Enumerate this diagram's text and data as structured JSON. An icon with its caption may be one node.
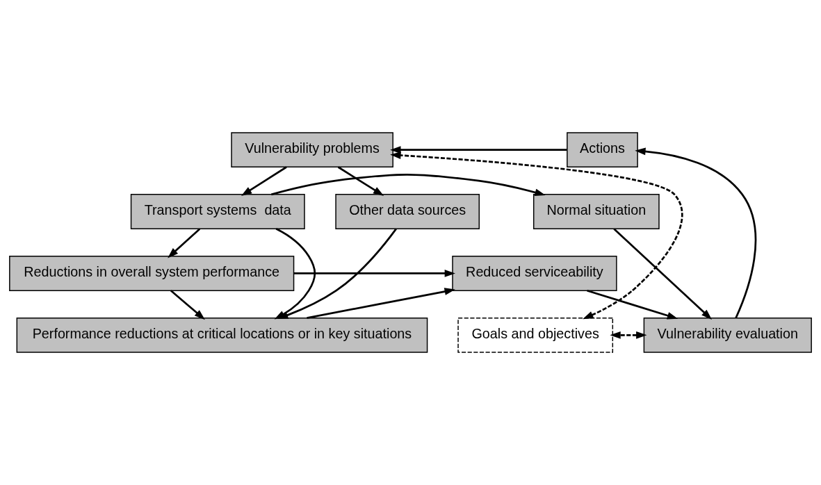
{
  "diagram": {
    "nodes": [
      {
        "text": [
          "Vulnerability problems"
        ]
      },
      {
        "text": [
          "Actions"
        ]
      },
      {
        "text": [
          "Other data sources"
        ]
      },
      {
        "text": [
          "Transport systems  data"
        ]
      },
      {
        "text": [
          "Normal situation"
        ]
      },
      {
        "text": [
          "Vulnerability evaluation"
        ]
      },
      {
        "text": [
          "Reductions in overall system performance"
        ]
      },
      {
        "text": [
          "Reduced serviceability"
        ]
      },
      {
        "text": [
          "Performance reductions at critical locations or in key situations"
        ]
      },
      {
        "text": [
          "Goals and objectives"
        ]
      }
    ],
    "edges": [
      {
        "from": 1,
        "to": 0,
        "arrow": "to"
      },
      {
        "from": 0,
        "to": 2,
        "arrow": "to"
      },
      {
        "from": 0,
        "to": 3,
        "arrow": "to"
      },
      {
        "from": 3,
        "to": 4,
        "arrow": "to"
      },
      {
        "from": 4,
        "to": 5,
        "arrow": "to"
      },
      {
        "from": 5,
        "to": 1,
        "arrow": "to"
      },
      {
        "from": 3,
        "to": 6,
        "arrow": "to"
      },
      {
        "from": 3,
        "to": 8,
        "arrow": "to"
      },
      {
        "from": 2,
        "to": 8,
        "arrow": "to"
      },
      {
        "from": 6,
        "to": 8,
        "arrow": "to"
      },
      {
        "from": 6,
        "to": 7,
        "arrow": "to"
      },
      {
        "from": 7,
        "to": 5,
        "arrow": "to"
      },
      {
        "from": 8,
        "to": 7,
        "arrow": "to"
      },
      {
        "from": 5,
        "to": 9,
        "arrow": "both",
        "style": "dashed"
      },
      {
        "from": 9,
        "to": 0,
        "arrow": "both",
        "style": "dashed"
      }
    ]
  }
}
